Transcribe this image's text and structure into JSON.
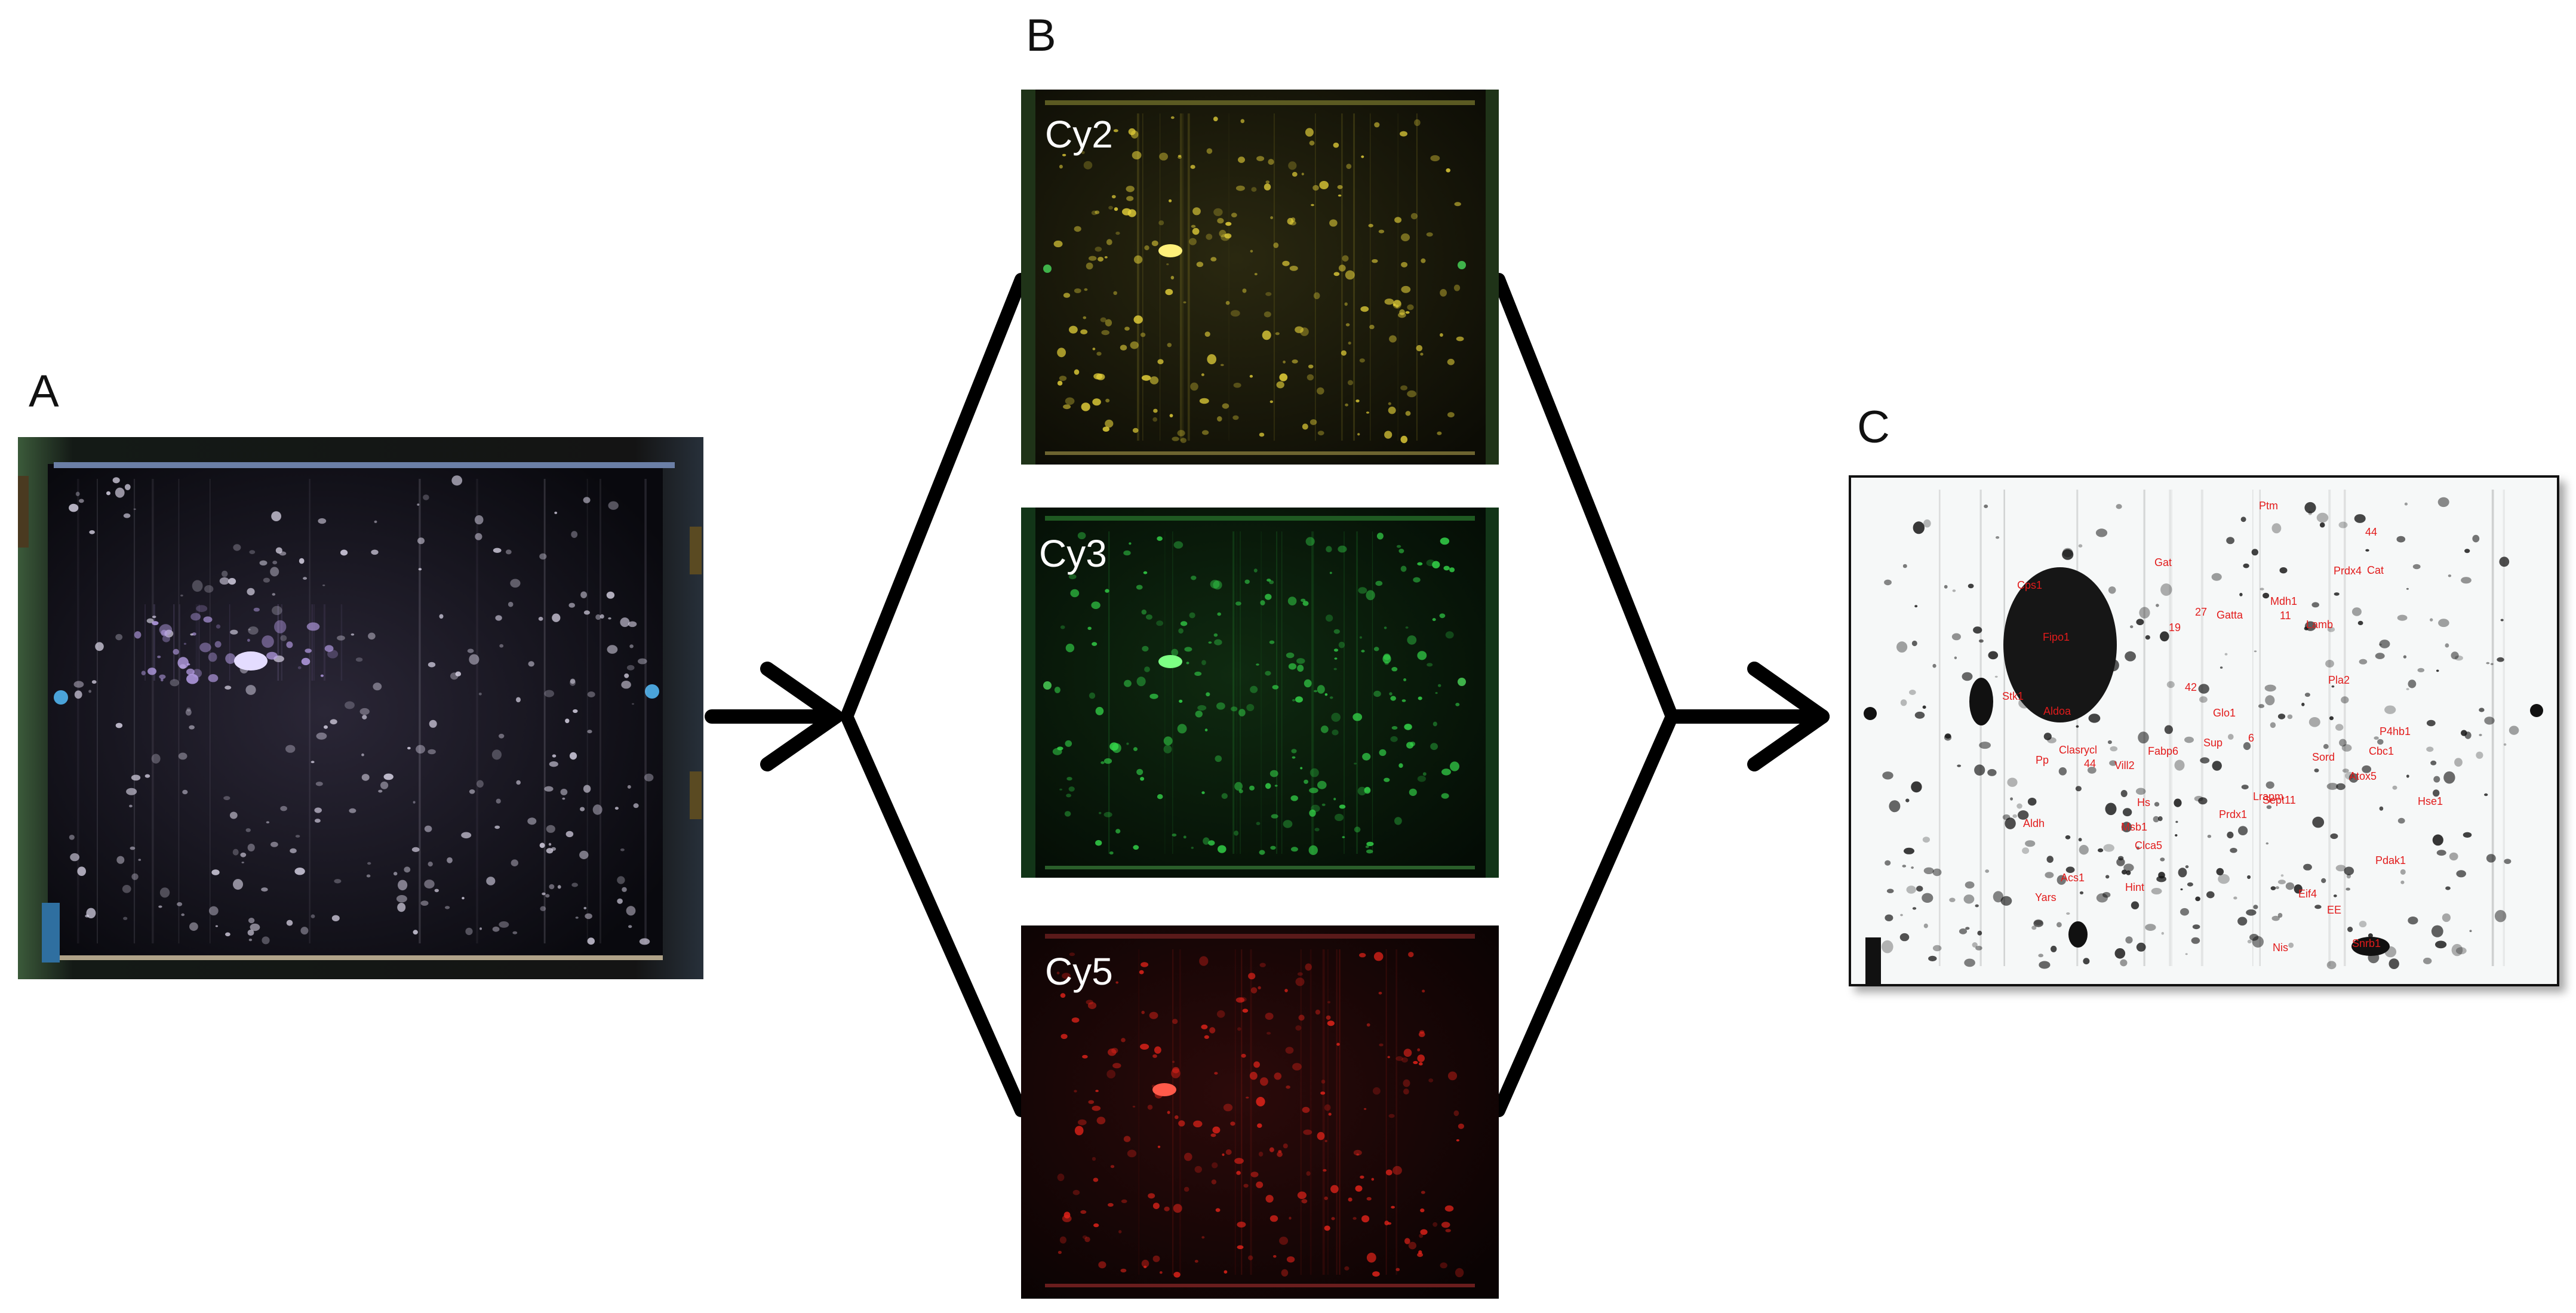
{
  "panels": {
    "a": {
      "letter": "A"
    },
    "b": {
      "letter": "B",
      "channels": [
        "Cy2",
        "Cy3",
        "Cy5"
      ]
    },
    "c": {
      "letter": "C"
    }
  },
  "colors": {
    "merged_base": "#0b0b12",
    "cy2": "#e6d23a",
    "cy3": "#34d64a",
    "cy5": "#e2231a",
    "label_red": "#e21b1b",
    "arrow": "#000000"
  },
  "spot_labels": [
    "Snrb1",
    "Clasrycl",
    "Lrapm",
    "Cps1",
    "Pdak1",
    "Fipo1",
    "Acs1",
    "Vill2",
    "Lamb",
    "27",
    "11",
    "EE",
    "Clca5",
    "Gat",
    "6",
    "Aldh",
    "Sord",
    "Glo1",
    "Stk1",
    "Yars",
    "44",
    "Gatta",
    "Pla2",
    "Hse1",
    "P4hb1",
    "Aldoa",
    "44",
    "Sup",
    "42",
    "Cat",
    "Sept11",
    "Pp",
    "Msb1",
    "Mdh1",
    "19",
    "Atox5",
    "Cbc1",
    "Eif4",
    "Prdx4",
    "Nis",
    "Hs",
    "Prdx1",
    "Hint",
    "Ptm",
    "Fabp6"
  ]
}
